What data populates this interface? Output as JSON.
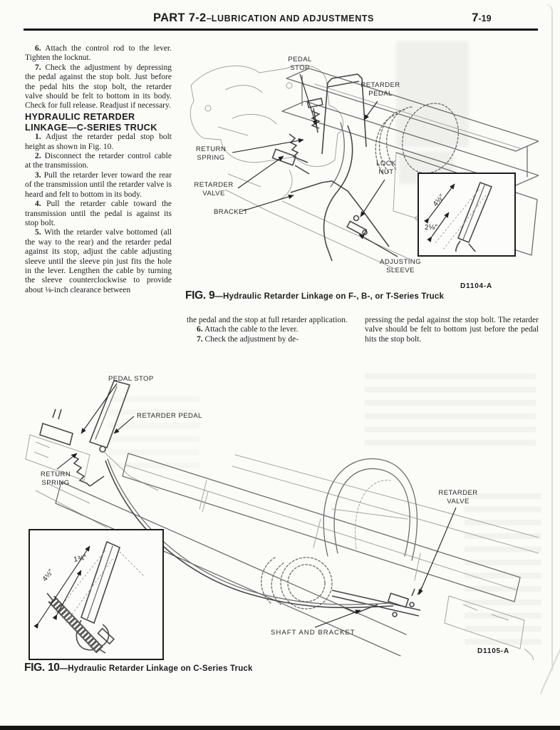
{
  "header": {
    "part": "PART 7-2",
    "sep": "–",
    "title": "LUBRICATION AND ADJUSTMENTS",
    "page_number_big": "7",
    "page_number_rest": "-19"
  },
  "left_column": {
    "intro_steps": [
      {
        "num": "6.",
        "text": "Attach the control rod to the lever. Tighten the locknut."
      },
      {
        "num": "7.",
        "text": "Check the adjustment by depressing the pedal against the stop bolt. Just before the pedal hits the stop bolt, the retarder valve should be felt to bottom in its body. Check for full release. Readjust if necessary."
      }
    ],
    "heading_line1": "HYDRAULIC RETARDER",
    "heading_line2": "LINKAGE—C-SERIES TRUCK",
    "steps": [
      {
        "num": "1.",
        "text": "Adjust the retarder pedal stop bolt height as shown in Fig. 10."
      },
      {
        "num": "2.",
        "text": "Disconnect the retarder control cable at the transmission."
      },
      {
        "num": "3.",
        "text": "Pull the retarder lever toward the rear of the transmission until the retarder valve is heard and felt to bottom in its body."
      },
      {
        "num": "4.",
        "text": "Pull the retarder cable toward the transmission until the pedal is against its stop bolt."
      },
      {
        "num": "5.",
        "text": "With the retarder valve bottomed (all the way to the rear) and the retarder pedal against its stop, adjust the cable adjusting sleeve until the sleeve pin just fits the hole in the lever. Lengthen the cable by turning the sleeve counterclockwise to provide about ⅛-inch clearance between"
      }
    ]
  },
  "mid": {
    "col1_para": "the pedal and the stop at full retarder application.",
    "col1_steps": [
      {
        "num": "6.",
        "text": "Attach the cable to the lever."
      },
      {
        "num": "7.",
        "text": "Check the adjustment by de-"
      }
    ],
    "col2_para": "pressing the pedal against the stop bolt. The retarder valve should be felt to bottom just before the pedal hits the stop bolt."
  },
  "fig9": {
    "labels": {
      "pedal_stop": "PEDAL STOP",
      "retarder_pedal": "RETARDER PEDAL",
      "return_spring": "RETURN SPRING",
      "retarder_valve": "RETARDER VALVE",
      "bracket": "BRACKET",
      "lock_nut": "LOCK NUT",
      "adjusting_sleeve": "ADJUSTING SLEEVE"
    },
    "dims": {
      "a": "4½″",
      "b": "2⅛″"
    },
    "code": "D1104-A",
    "cap_label": "FIG. 9",
    "cap_text": "—Hydraulic Retarder Linkage on F-, B-, or T-Series Truck"
  },
  "fig10": {
    "labels": {
      "pedal_stop": "PEDAL STOP",
      "retarder_pedal": "RETARDER PEDAL",
      "return_spring": "RETURN SPRING",
      "retarder_valve": "RETARDER VALVE",
      "shaft_and_bracket": "SHAFT AND BRACKET"
    },
    "dims": {
      "a": "4½″",
      "b": "1¾″"
    },
    "code": "D1105-A",
    "cap_label": "FIG. 10",
    "cap_text": "—Hydraulic Retarder Linkage on C-Series Truck"
  }
}
